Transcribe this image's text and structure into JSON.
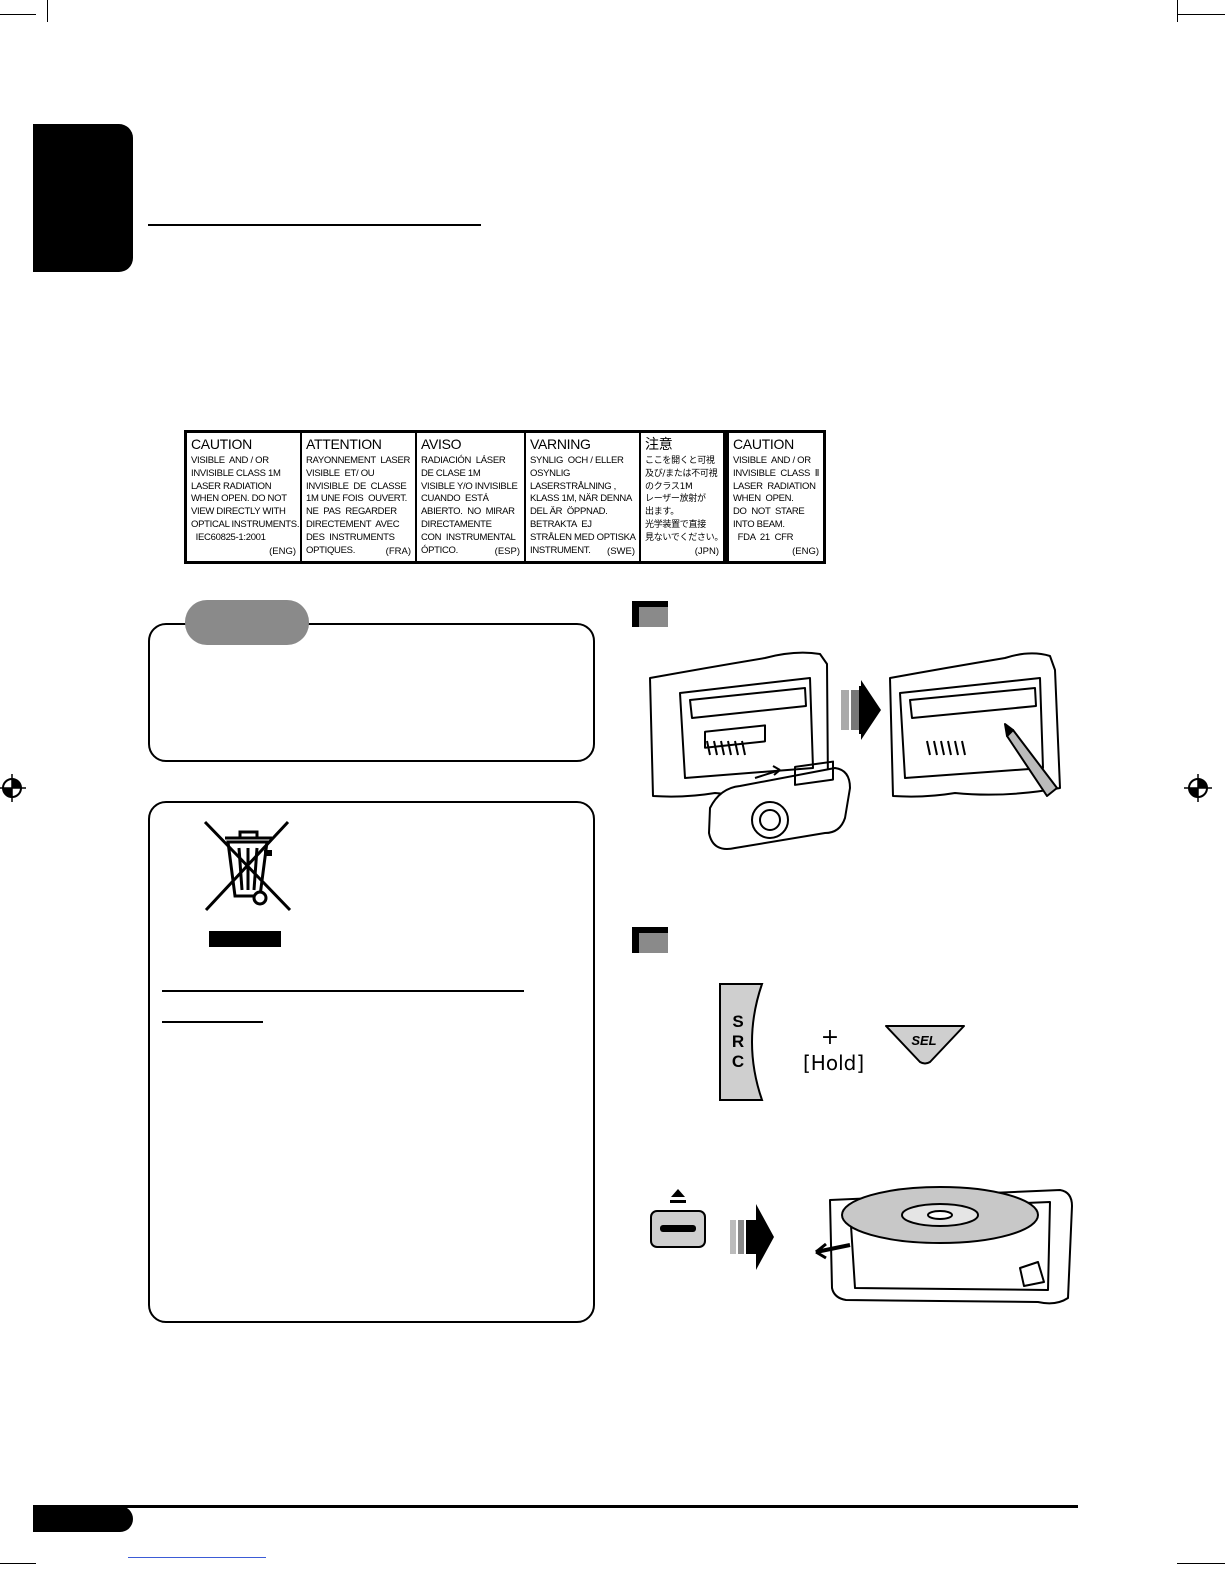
{
  "caution_label": {
    "panels": [
      {
        "heading": "CAUTION",
        "body": "VISIBLE  AND / OR\nINVISIBLE CLASS 1M\nLASER RADIATION\nWHEN OPEN. DO NOT\nVIEW DIRECTLY WITH\nOPTICAL INSTRUMENTS.\n  IEC60825-1:2001",
        "code": "(ENG)"
      },
      {
        "heading": "ATTENTION",
        "body": "RAYONNEMENT  LASER\nVISIBLE  ET/ OU\nINVISIBLE  DE  CLASSE\n1M UNE FOIS  OUVERT.\nNE  PAS  REGARDER\nDIRECTEMENT  AVEC\nDES  INSTRUMENTS\nOPTIQUES.",
        "code": "(FRA)"
      },
      {
        "heading": "AVISO",
        "body": "RADIACIÓN  LÁSER\nDE CLASE 1M\nVISIBLE Y/O INVISIBLE\nCUANDO  ESTÁ\nABIERTO.  NO  MIRAR\nDIRECTAMENTE\nCON  INSTRUMENTAL\nÓPTICO.",
        "code": "(ESP)"
      },
      {
        "heading": "VARNING",
        "body": "SYNLIG  OCH / ELLER\nOSYNLIG\nLASERSTRÅLNING ,\nKLASS 1M, NÄR DENNA\nDEL ÄR  ÖPPNAD.\nBETRAKTA  EJ\nSTRÅLEN MED OPTISKA\nINSTRUMENT.",
        "code": "(SWE)"
      },
      {
        "heading": "注意",
        "body": "ここを開くと可視\n及び/または不可視\nのクラス1M\nレーザー放射が\n出ます。\n光学装置で直接\n見ないでください。",
        "code": "(JPN)"
      },
      {
        "heading": "CAUTION",
        "body": "VISIBLE  AND / OR\nINVISIBLE  CLASS  Ⅱ\nLASER  RADIATION\nWHEN  OPEN.\nDO  NOT  STARE\nINTO BEAM.\n  FDA  21  CFR",
        "code": "(ENG)"
      }
    ]
  },
  "controls": {
    "src_letters": [
      "S",
      "R",
      "C"
    ],
    "plus": "+",
    "hold": "[Hold]",
    "sel": "SEL"
  },
  "colors": {
    "gray_accent": "#8a8a8a",
    "link_blue": "#3b5bd6"
  }
}
